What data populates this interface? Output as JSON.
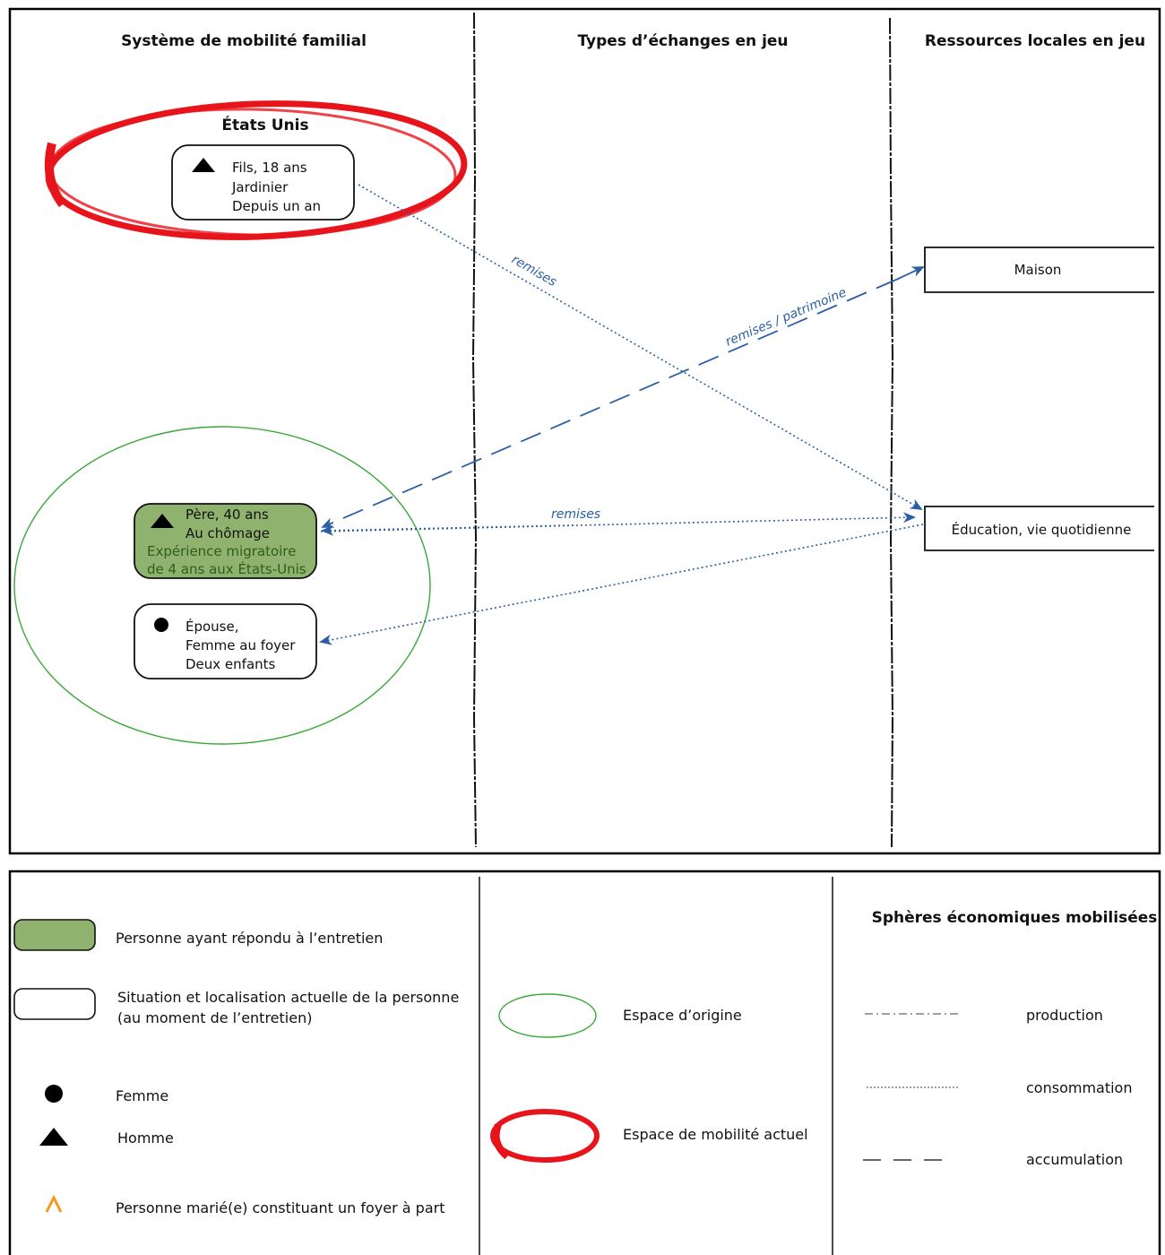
{
  "columns": {
    "family": "Système de mobilité familial",
    "exchanges": "Types d’échanges en jeu",
    "resources": "Ressources locales en jeu"
  },
  "diagram": {
    "us_label": "États Unis",
    "son": [
      "Fils, 18 ans",
      "Jardinier",
      "Depuis un an"
    ],
    "father": [
      "Père, 40 ans",
      "Au chômage",
      "Expérience migratoire",
      "de 4 ans aux États-Unis"
    ],
    "wife": [
      "Épouse,",
      "Femme au foyer",
      "Deux enfants"
    ],
    "resources": {
      "house": "Maison",
      "education": "Éducation, vie quotidienne"
    },
    "flows": {
      "son_to_education": "remises",
      "house_to_father": "remises / patrimoine",
      "father_to_education": "remises"
    }
  },
  "legend": {
    "interviewed": "Personne ayant répondu à l’entretien",
    "situation": [
      "Situation et localisation actuelle de la personne",
      "(au moment de l’entretien)"
    ],
    "woman": "Femme",
    "man": "Homme",
    "married": "Personne marié(e) constituant un foyer à part",
    "origin_space": "Espace d’origine",
    "current_space": "Espace de mobilité actuel",
    "spheres_title": "Sphères économiques mobilisées",
    "production": "production",
    "consumption": "consommation",
    "accumulation": "accumulation"
  },
  "colors": {
    "red": "#e8141c",
    "green": "#3aa83a",
    "blue": "#2a5fa5",
    "interviewed_fill": "#8fb36e",
    "orange": "#f39a1e"
  }
}
